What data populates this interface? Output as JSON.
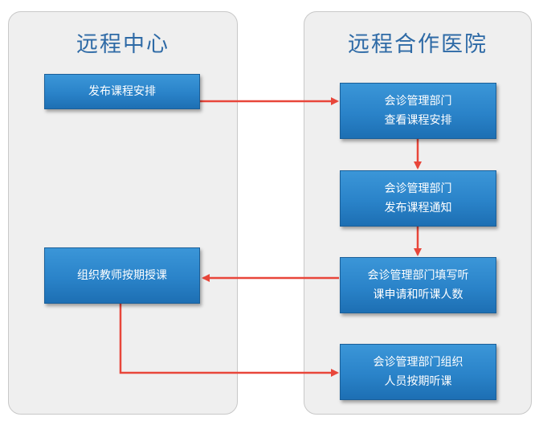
{
  "lanes": {
    "left": {
      "title": "远程中心"
    },
    "right": {
      "title": "远程合作医院"
    }
  },
  "nodes": {
    "publish_schedule": {
      "line1": "发布课程安排"
    },
    "view_schedule": {
      "line1": "会诊管理部门",
      "line2": "查看课程安排"
    },
    "publish_notice": {
      "line1": "会诊管理部门",
      "line2": "发布课程通知"
    },
    "fill_attendance": {
      "line1": "会诊管理部门填写听",
      "line2": "课申请和听课人数"
    },
    "organize_teaching": {
      "line1": "组织教师按期授课"
    },
    "organize_attendance": {
      "line1": "会诊管理部门组织",
      "line2": "人员按期听课"
    }
  },
  "colors": {
    "arrow": "#e8463a",
    "node_fill": "#2a83c9",
    "lane_title": "#2e6aa6",
    "lane_bg": "#efefef"
  }
}
